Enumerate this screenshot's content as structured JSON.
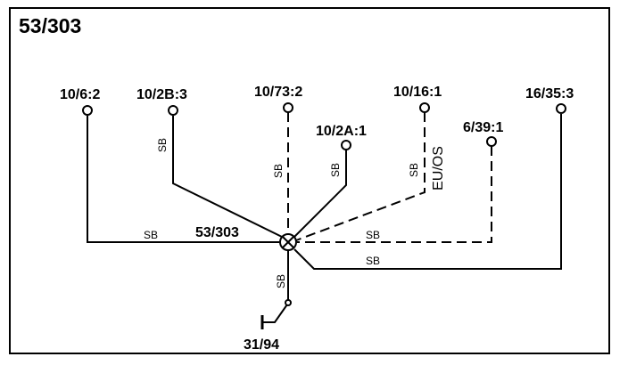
{
  "diagram": {
    "title": "53/303",
    "splice_label": "53/303",
    "ground_label": "31/94",
    "connectors": {
      "c1": "10/6:2",
      "c2": "10/2B:3",
      "c3": "10/73:2",
      "c4": "10/2A:1",
      "c5": "10/16:1",
      "c6": "6/39:1",
      "c7": "16/35:3"
    },
    "wire_colors": {
      "c1": "SB",
      "c2": "SB",
      "c3": "SB",
      "c4": "SB",
      "c5": "SB",
      "c6": "SB",
      "c7": "SB",
      "ground": "SB"
    },
    "option_label": "EU/OS",
    "line_color": "#000000"
  }
}
